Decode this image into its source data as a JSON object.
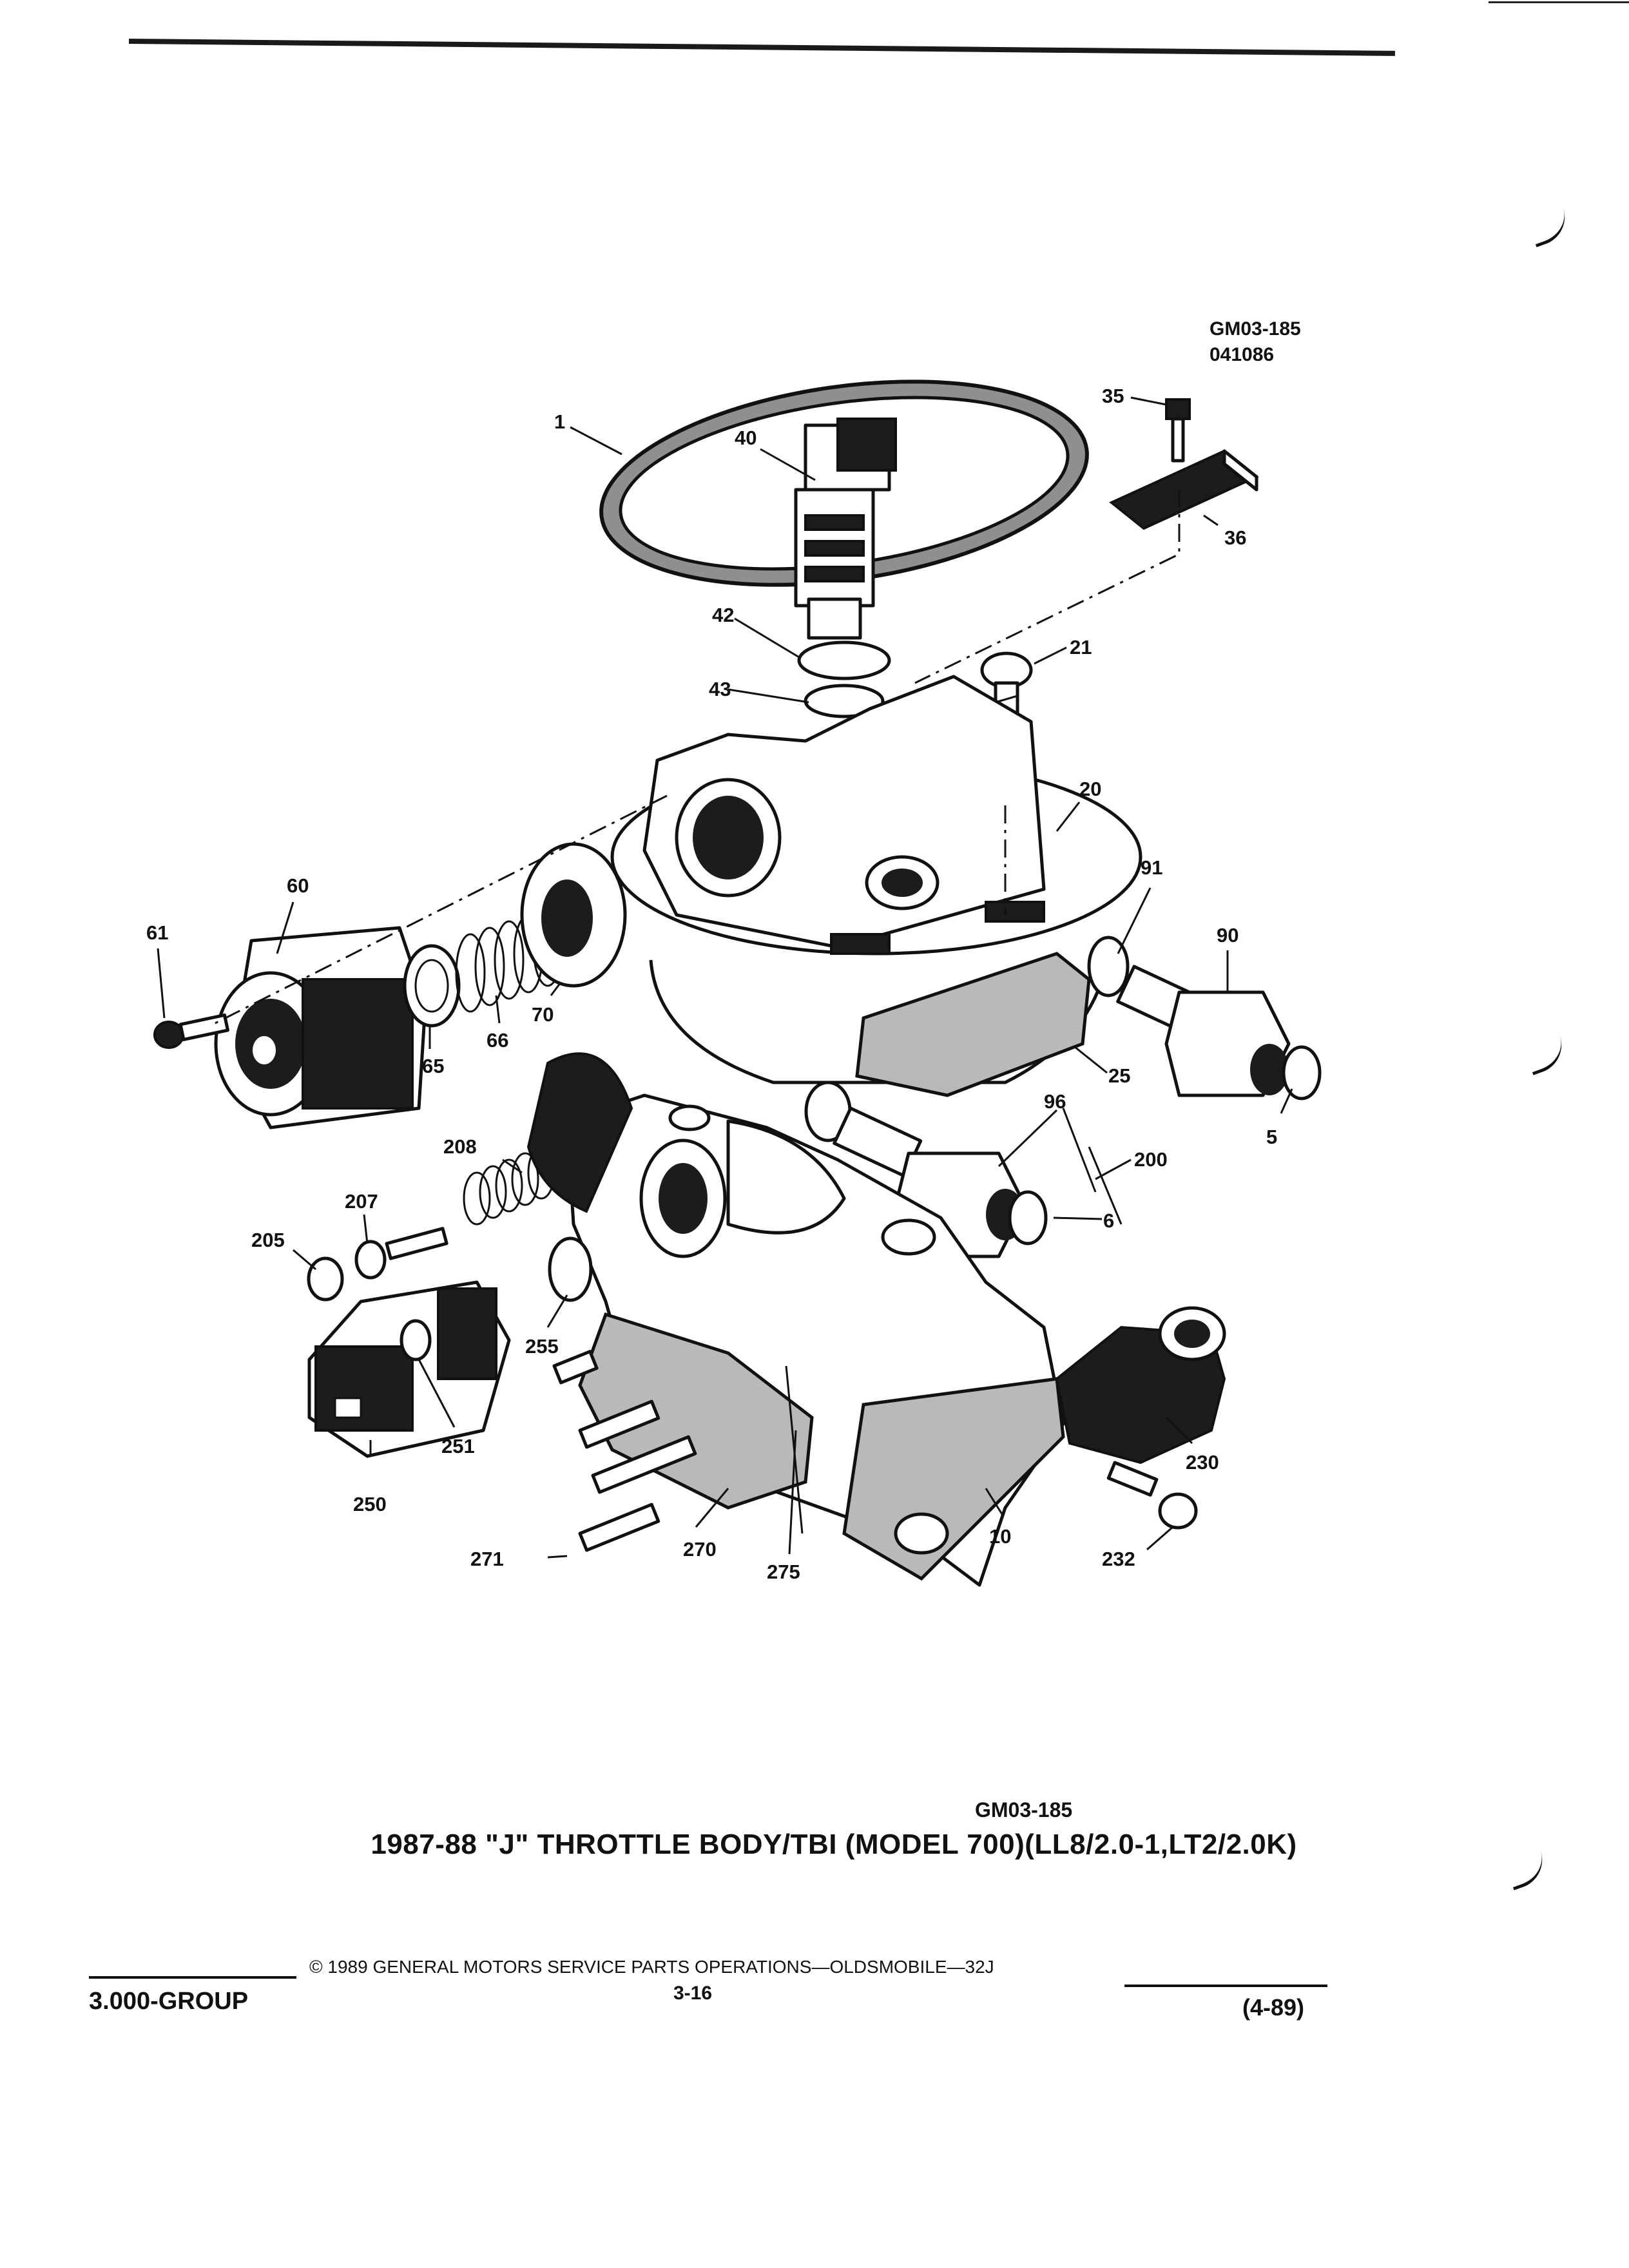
{
  "figure": {
    "id_top": "GM03-185",
    "date_code": "041086",
    "id_bottom": "GM03-185",
    "caption": "1987-88 \"J\" THROTTLE BODY/TBI (MODEL 700)(LL8/2.0-1,LT2/2.0K)"
  },
  "callouts": {
    "c1": "1",
    "c5": "5",
    "c6": "6",
    "c10": "10",
    "c20": "20",
    "c21": "21",
    "c25": "25",
    "c35": "35",
    "c36": "36",
    "c40": "40",
    "c42": "42",
    "c43": "43",
    "c60": "60",
    "c61": "61",
    "c65": "65",
    "c66": "66",
    "c70": "70",
    "c90": "90",
    "c91": "91",
    "c96": "96",
    "c200": "200",
    "c205": "205",
    "c207": "207",
    "c208": "208",
    "c230": "230",
    "c232": "232",
    "c250": "250",
    "c251": "251",
    "c255": "255",
    "c270": "270",
    "c271": "271",
    "c275": "275"
  },
  "footer": {
    "group": "3.000-GROUP",
    "copyright": "©  1989  GENERAL MOTORS SERVICE PARTS OPERATIONS—OLDSMOBILE—32J",
    "page": "3-16",
    "revision": "(4-89)"
  }
}
